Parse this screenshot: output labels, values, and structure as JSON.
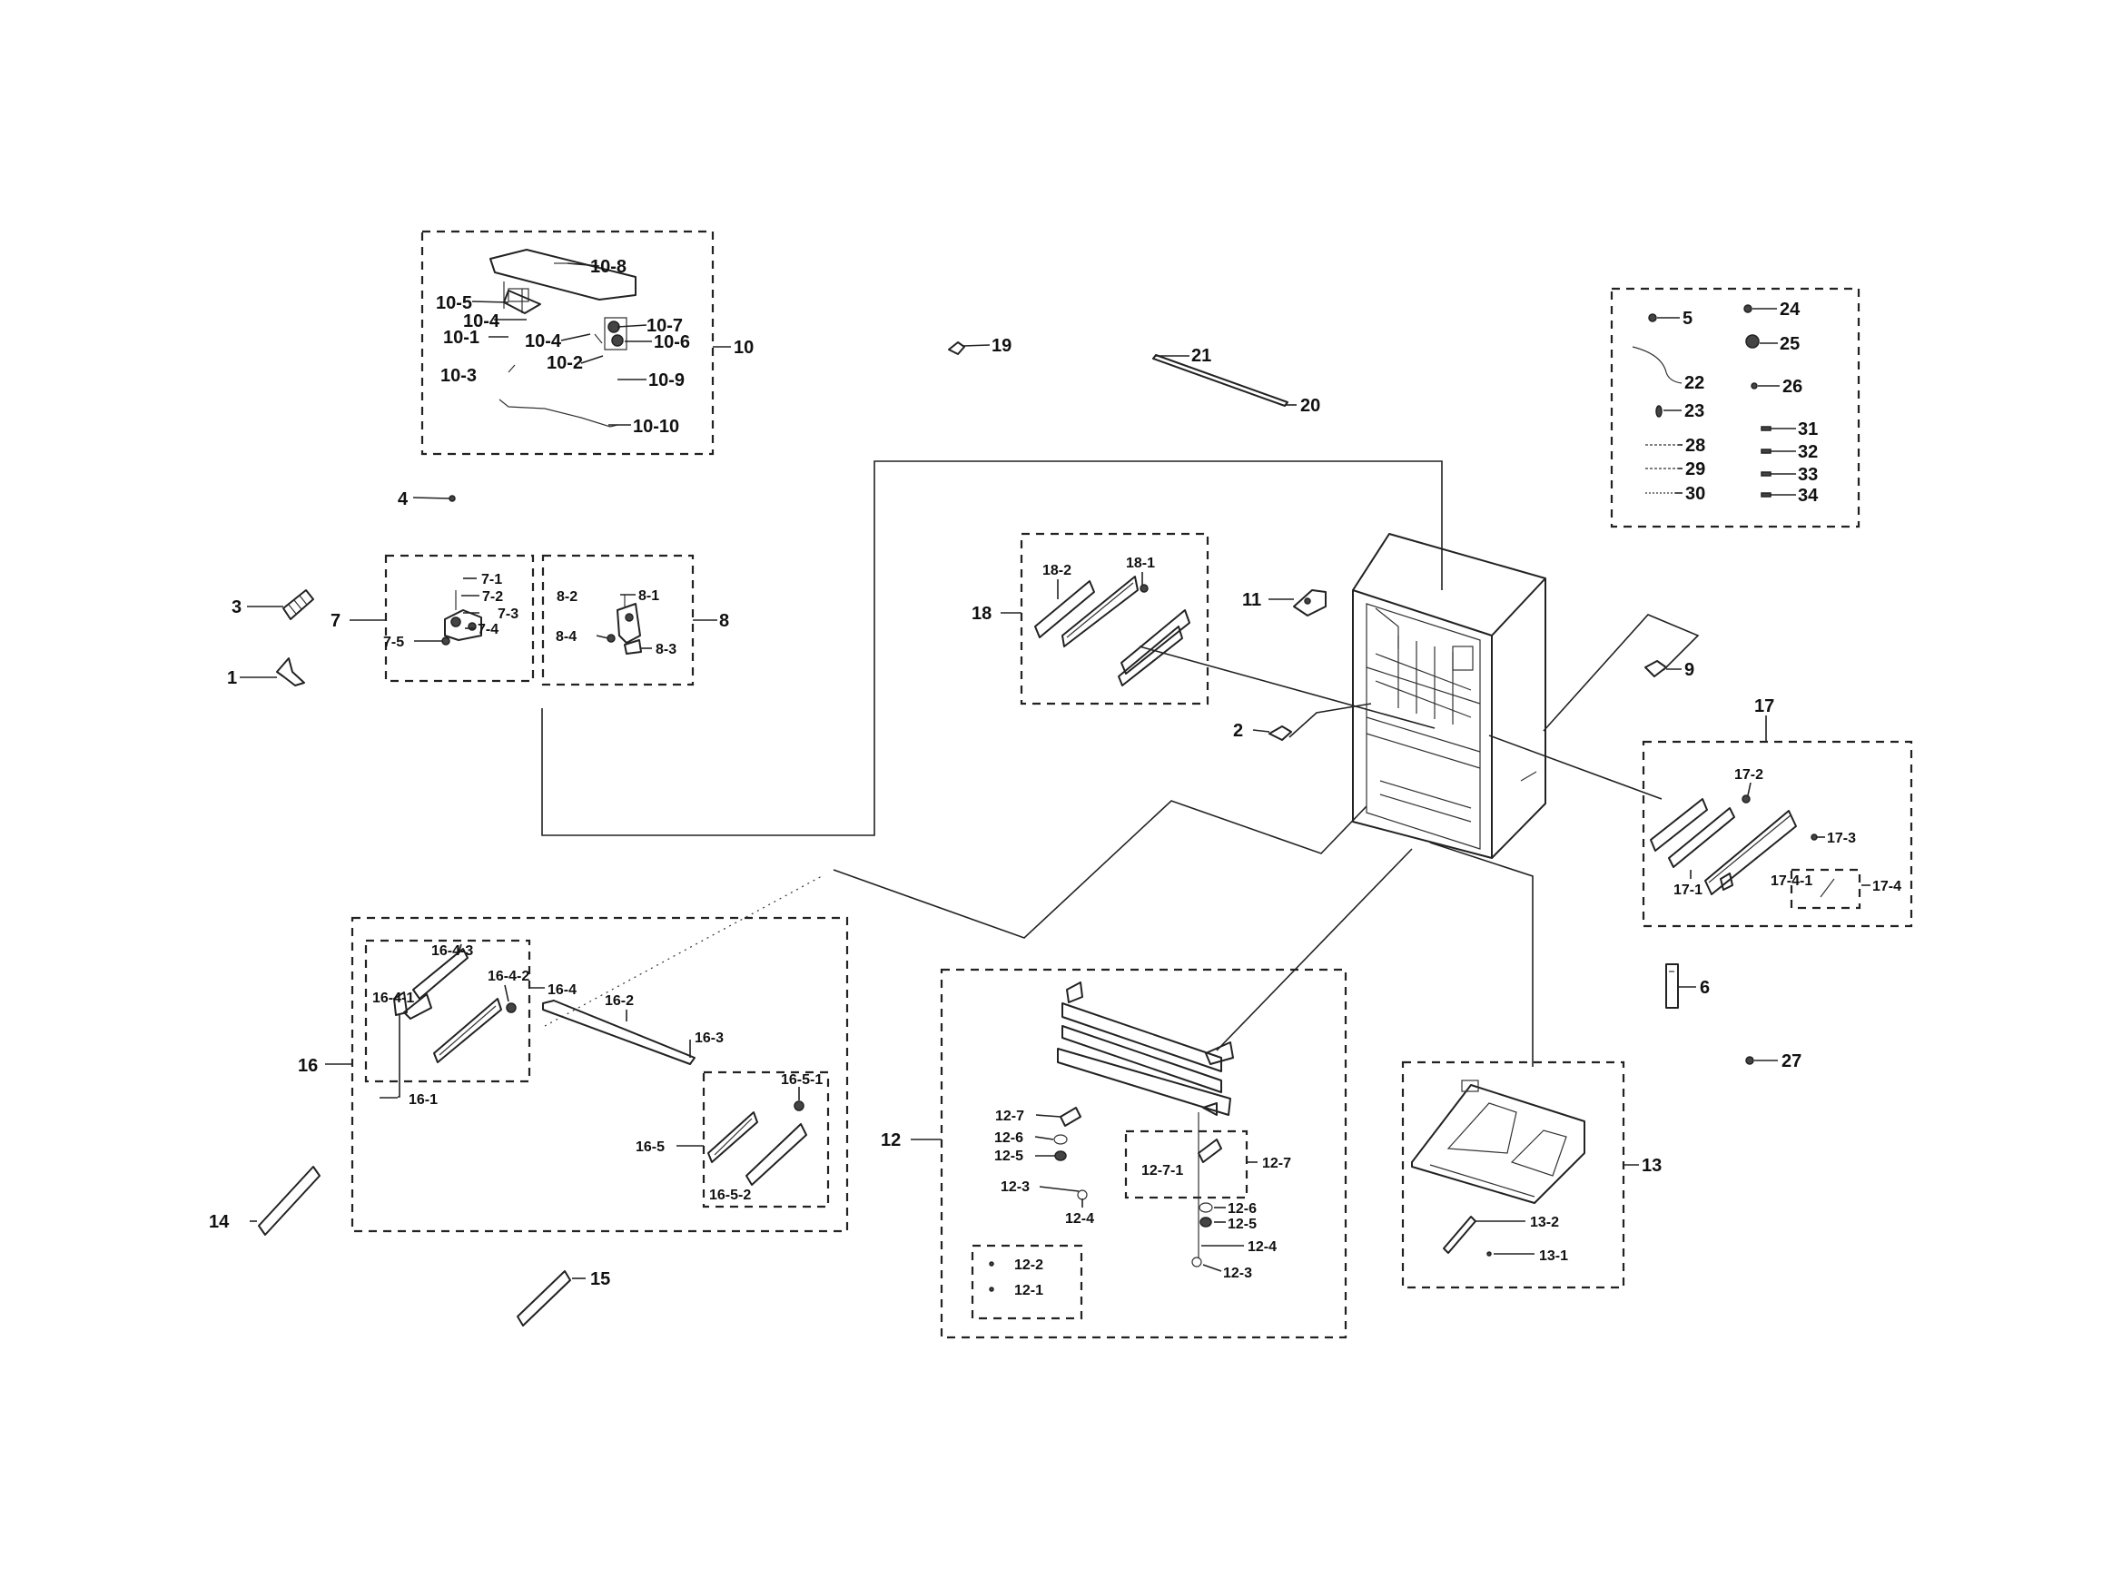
{
  "labels": {
    "p1": "1",
    "p2": "2",
    "p3": "3",
    "p4": "4",
    "p5": "5",
    "p6": "6",
    "p7": "7",
    "p7_1": "7-1",
    "p7_2": "7-2",
    "p7_3": "7-3",
    "p7_4": "7-4",
    "p7_5": "7-5",
    "p8": "8",
    "p8_1": "8-1",
    "p8_2": "8-2",
    "p8_3": "8-3",
    "p8_4": "8-4",
    "p9": "9",
    "p10": "10",
    "p10_1": "10-1",
    "p10_2": "10-2",
    "p10_3": "10-3",
    "p10_4a": "10-4",
    "p10_4b": "10-4",
    "p10_5": "10-5",
    "p10_6": "10-6",
    "p10_7": "10-7",
    "p10_8": "10-8",
    "p10_9": "10-9",
    "p10_10": "10-10",
    "p11": "11",
    "p12": "12",
    "p12_1": "12-1",
    "p12_2": "12-2",
    "p12_3a": "12-3",
    "p12_3b": "12-3",
    "p12_4a": "12-4",
    "p12_4b": "12-4",
    "p12_5a": "12-5",
    "p12_5b": "12-5",
    "p12_6a": "12-6",
    "p12_6b": "12-6",
    "p12_7a": "12-7",
    "p12_7b": "12-7",
    "p12_7_1": "12-7-1",
    "p13": "13",
    "p13_1": "13-1",
    "p13_2": "13-2",
    "p14": "14",
    "p15": "15",
    "p16": "16",
    "p16_1": "16-1",
    "p16_2": "16-2",
    "p16_3": "16-3",
    "p16_4": "16-4",
    "p16_4_1": "16-4-1",
    "p16_4_2": "16-4-2",
    "p16_4_3": "16-4-3",
    "p16_5": "16-5",
    "p16_5_1": "16-5-1",
    "p16_5_2": "16-5-2",
    "p17": "17",
    "p17_1": "17-1",
    "p17_2": "17-2",
    "p17_3": "17-3",
    "p17_4": "17-4",
    "p17_4_1": "17-4-1",
    "p18": "18",
    "p18_1": "18-1",
    "p18_2": "18-2",
    "p19": "19",
    "p20": "20",
    "p21": "21",
    "p22": "22",
    "p23": "23",
    "p24": "24",
    "p25": "25",
    "p26": "26",
    "p27": "27",
    "p28": "28",
    "p29": "29",
    "p30": "30",
    "p31": "31",
    "p32": "32",
    "p33": "33",
    "p34": "34"
  }
}
